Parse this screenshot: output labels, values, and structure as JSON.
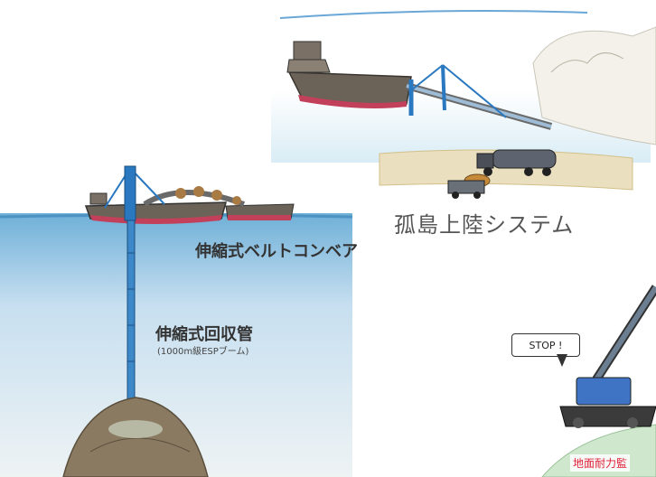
{
  "labels": {
    "island_system": "孤島上陸システム",
    "telescopic_belt_conveyor": "伸縮式ベルトコンベア",
    "telescopic_recovery_pipe": "伸縮式回収管",
    "recovery_pipe_note": "(1000m級ESPブーム)",
    "stop_bubble": "STOP !",
    "ground_bearing_label": "地面耐力監"
  },
  "icons": [
    "ship-icon",
    "truck-icon",
    "crane-icon"
  ],
  "colors": {
    "sea_blue": "#6fb0d8",
    "hull_red": "#c2405a",
    "pipe_blue": "#2a78c0",
    "seabed_brown": "#8a7a62",
    "alert_red": "#e0203a"
  }
}
